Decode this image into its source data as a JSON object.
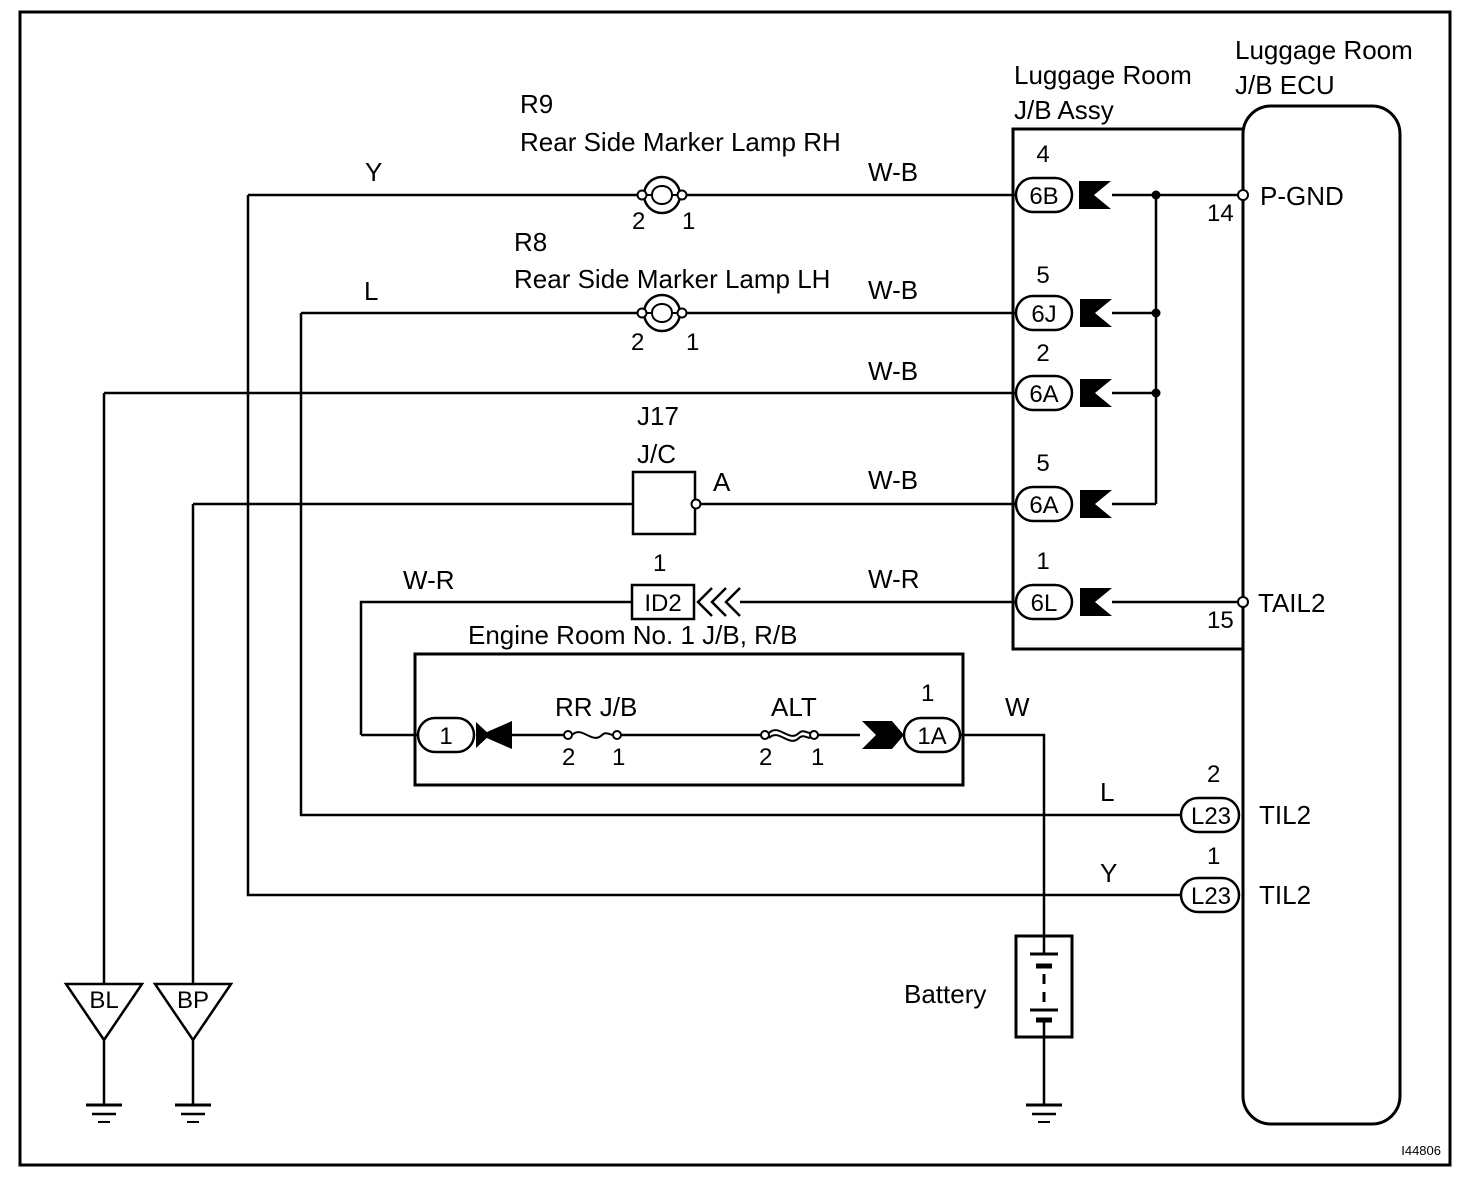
{
  "image_id": "I44806",
  "components": {
    "ecu": {
      "line1": "Luggage Room",
      "line2": "J/B ECU"
    },
    "jb_assy": {
      "line1": "Luggage Room",
      "line2": "J/B Assy"
    },
    "r9": {
      "ref": "R9",
      "name": "Rear Side Marker Lamp RH",
      "pin_left": "2",
      "pin_right": "1"
    },
    "r8": {
      "ref": "R8",
      "name": "Rear Side Marker Lamp LH",
      "pin_left": "2",
      "pin_right": "1"
    },
    "j17": {
      "ref": "J17",
      "name": "J/C",
      "pin": "A"
    },
    "engine_room": {
      "name": "Engine Room No. 1 J/B, R/B"
    },
    "fuse_rrjb": {
      "name": "RR J/B",
      "pin_left": "2",
      "pin_right": "1"
    },
    "fuse_alt": {
      "name": "ALT",
      "pin_left": "2",
      "pin_right": "1"
    },
    "battery": {
      "name": "Battery"
    }
  },
  "connectors": {
    "c6b": {
      "label": "6B",
      "pin": "4"
    },
    "c6j": {
      "label": "6J",
      "pin": "5"
    },
    "c6a_2": {
      "label": "6A",
      "pin": "2"
    },
    "c6a_5": {
      "label": "6A",
      "pin": "5"
    },
    "c6l": {
      "label": "6L",
      "pin": "1"
    },
    "id2": {
      "label": "ID2",
      "pin": "1"
    },
    "er1": {
      "label": "1"
    },
    "er1a": {
      "label": "1A",
      "pin": "1"
    },
    "l23_2": {
      "label": "L23",
      "pin": "2"
    },
    "l23_1": {
      "label": "L23",
      "pin": "1"
    }
  },
  "terminals": {
    "pgnd": {
      "name": "P-GND",
      "pin": "14"
    },
    "tail2": {
      "name": "TAIL2",
      "pin": "15"
    },
    "til2_a": {
      "name": "TIL2"
    },
    "til2_b": {
      "name": "TIL2"
    }
  },
  "wires": {
    "y_top": "Y",
    "l_top": "L",
    "wb_r9": "W-B",
    "wb_r8": "W-B",
    "wb_6a2": "W-B",
    "wb_j17": "W-B",
    "wr_left": "W-R",
    "wr_right": "W-R",
    "w_batt": "W",
    "l_bottom": "L",
    "y_bottom": "Y"
  },
  "grounds": {
    "bl": "BL",
    "bp": "BP"
  }
}
